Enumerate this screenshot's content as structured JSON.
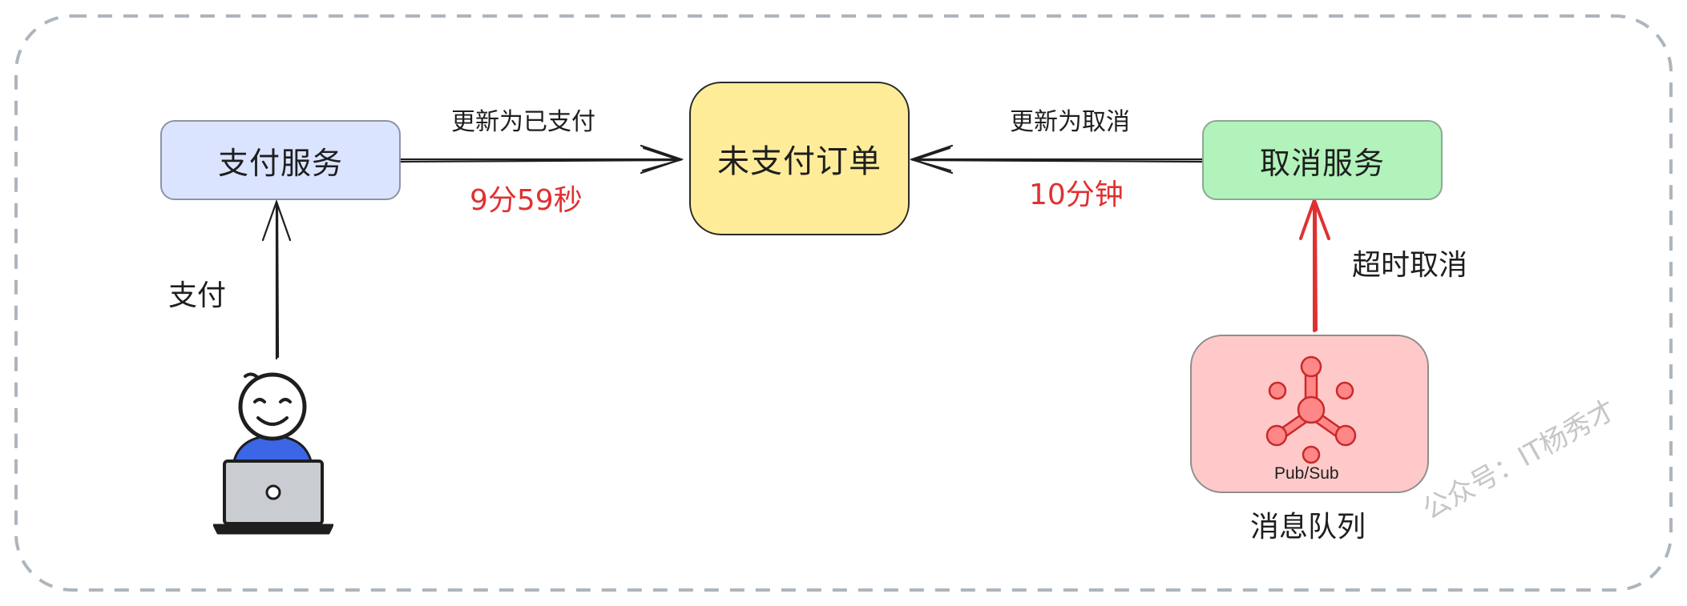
{
  "nodes": {
    "pay_service": "支付服务",
    "unpaid_order": "未支付订单",
    "cancel_service": "取消服务",
    "message_queue": "消息队列",
    "pubsub_label": "Pub/Sub"
  },
  "edges": {
    "update_paid": "更新为已支付",
    "pay_time": "9分59秒",
    "update_cancel": "更新为取消",
    "cancel_time": "10分钟",
    "pay_action": "支付",
    "timeout_cancel": "超时取消"
  },
  "watermark": "公众号：IT杨秀才",
  "colors": {
    "pay_box": "#dbe4ff",
    "order_box": "#ffec99",
    "cancel_box": "#b2f2bb",
    "mq_box": "#ffc9c9",
    "highlight_red": "#e03131",
    "user_shirt": "#3b66e6",
    "laptop": "#c9ccd1"
  },
  "icons": [
    "user-at-laptop-icon",
    "pubsub-icon"
  ]
}
